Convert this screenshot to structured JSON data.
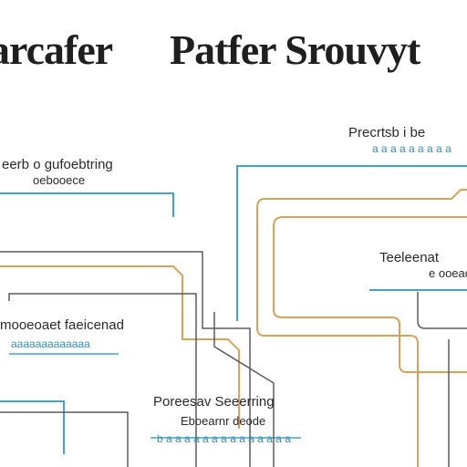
{
  "title": {
    "left": "arcafer",
    "right": "Patfer Srouvyt"
  },
  "labels": {
    "top_right_heading": "Precrtsb i be",
    "top_right_sub": "a a a a a a a a a",
    "left_heading": "eerb o gufoebtring",
    "left_sub": "oebooece",
    "right_mid_heading": "Teeleenat",
    "right_mid_sub": "e ooeao",
    "mid_left_heading": "mooeoaet faeicenad",
    "mid_left_sub": "aaaaaaaaaaaaa",
    "bottom_heading": "Poreesav Seeerring",
    "bottom_sub": "Eboearnr deode",
    "bottom_blue": "b a a a a a a a a a a a a a a"
  },
  "colors": {
    "blue": "#3fa3d6",
    "orange": "#d9a25a",
    "gray": "#5b5b5b",
    "text": "#2a2a2a"
  }
}
